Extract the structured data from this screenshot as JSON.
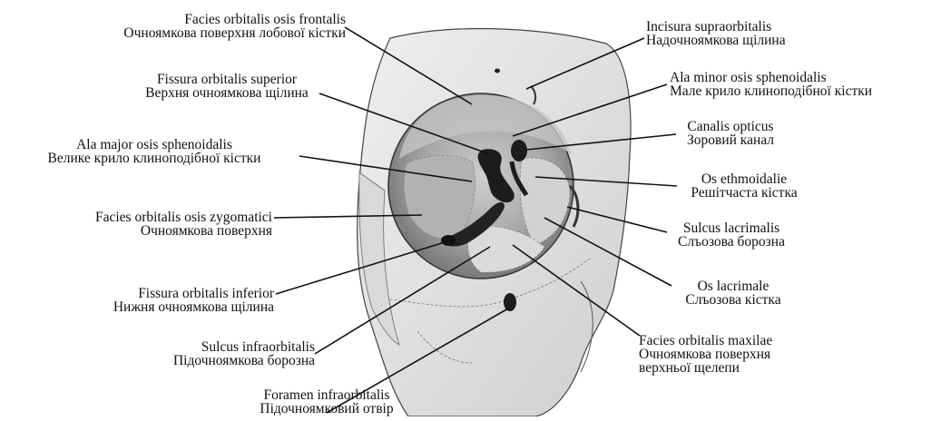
{
  "labels": {
    "facies_orbitalis_frontalis": {
      "latin": "Facies orbitalis osis frontalis",
      "ukr": "Очноямкова поверхня лобової кістки"
    },
    "fissura_orbitalis_superior": {
      "latin": "Fissura orbitalis superior",
      "ukr": "Верхня очноямкова щілина"
    },
    "ala_major": {
      "latin": "Ala major osis sphenoidalis",
      "ukr": "Велике крило клиноподібної кістки"
    },
    "facies_orbitalis_zygomatici": {
      "latin": "Facies orbitalis osis zygomatici",
      "ukr": "Очноямкова поверхня"
    },
    "fissura_orbitalis_inferior": {
      "latin": "Fissura orbitalis inferior",
      "ukr": "Нижня очноямкова щілина"
    },
    "sulcus_infraorbitalis": {
      "latin": "Sulcus infraorbitalis",
      "ukr": "Підочноямкова борозна"
    },
    "foramen_infraorbitalis": {
      "latin": "Foramen infraorbitalis",
      "ukr": "Підочноямковий отвір"
    },
    "incisura_supraorbitalis": {
      "latin": "Incisura supraorbitalis",
      "ukr": "Надочноямкова щілина"
    },
    "ala_minor": {
      "latin": "Ala minor osis sphenoidalis",
      "ukr": "Мале крило клиноподібної кістки"
    },
    "canalis_opticus": {
      "latin": "Canalis opticus",
      "ukr": "Зоровий канал"
    },
    "os_ethmoidale": {
      "latin": "Os ethmoidalie",
      "ukr": "Решітчаста кістка"
    },
    "sulcus_lacrimalis": {
      "latin": "Sulcus lacrimalis",
      "ukr": "Слъозова борозна"
    },
    "os_lacrimale": {
      "latin": "Os lacrimale",
      "ukr": "Слъозова кістка"
    },
    "facies_orbitalis_maxilae": {
      "latin": "Facies orbitalis maxilae",
      "ukr": "Очноямкова поверхня",
      "ukr2": "верхньої щелепи"
    }
  }
}
